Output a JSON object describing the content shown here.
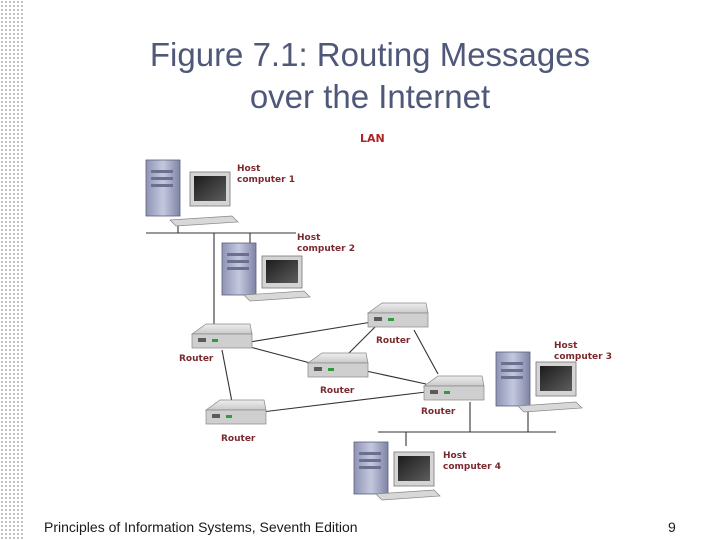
{
  "slide": {
    "title_line1": "Figure 7.1: Routing Messages",
    "title_line2": "over the Internet",
    "footer": "Principles of Information Systems, Seventh Edition",
    "page_number": "9"
  },
  "diagram": {
    "lan_label": "LAN",
    "hosts": [
      {
        "id": "h1",
        "label_line1": "Host",
        "label_line2": "computer 1"
      },
      {
        "id": "h2",
        "label_line1": "Host",
        "label_line2": "computer 2"
      },
      {
        "id": "h3",
        "label_line1": "Host",
        "label_line2": "computer 3"
      },
      {
        "id": "h4",
        "label_line1": "Host",
        "label_line2": "computer 4"
      }
    ],
    "routers": [
      {
        "id": "r1",
        "label": "Router"
      },
      {
        "id": "r2",
        "label": "Router"
      },
      {
        "id": "r3",
        "label": "Router"
      },
      {
        "id": "r4",
        "label": "Router"
      },
      {
        "id": "r5",
        "label": "Router"
      }
    ],
    "links": [
      [
        "r1",
        "r2"
      ],
      [
        "r1",
        "r3"
      ],
      [
        "r1",
        "r4"
      ],
      [
        "r2",
        "r3"
      ],
      [
        "r2",
        "r5"
      ],
      [
        "r3",
        "r5"
      ],
      [
        "r4",
        "r5"
      ]
    ],
    "colors": {
      "title": "#4f5879",
      "label": "#7a2a2f",
      "lan_label": "#b22222",
      "network_line": "#333333"
    }
  }
}
